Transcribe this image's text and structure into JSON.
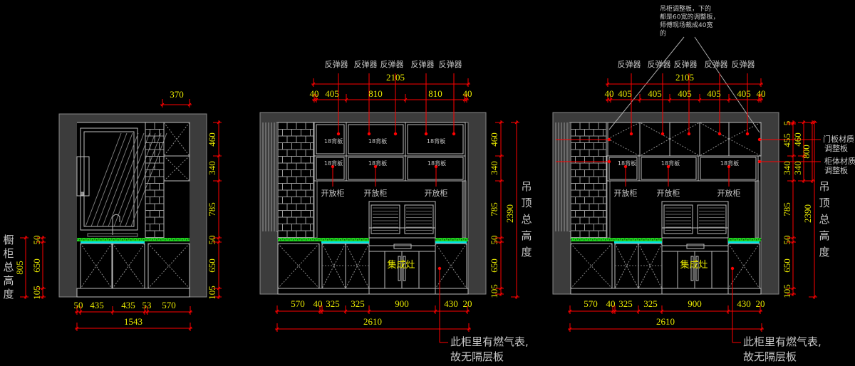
{
  "panel1": {
    "top_dim": "370",
    "right_dims": [
      "460",
      "340",
      "785",
      "50",
      "650",
      "105"
    ],
    "left_dims": [
      "50",
      "650",
      "105"
    ],
    "total_dim": "805",
    "left_label": [
      "橱",
      "柜",
      "总",
      "高",
      "度"
    ],
    "bottom_dims": [
      "50",
      "435",
      "435",
      "53",
      "570"
    ],
    "overall": "1543"
  },
  "panel2": {
    "reflectors": [
      "反弹器",
      "反弹器",
      "反弹器",
      "反弹器",
      "反弹器"
    ],
    "top_total": "2105",
    "top_dims": [
      "40",
      "405",
      "810",
      "810",
      "40"
    ],
    "back_panels": [
      "18背板",
      "18背板",
      "18背板",
      "18背板",
      "18背板",
      "18背板"
    ],
    "open_cabinets": [
      "开放柜",
      "开放柜",
      "开放柜"
    ],
    "stove": "集成灶",
    "right_dims": [
      "460",
      "340",
      "785",
      "50",
      "650",
      "105"
    ],
    "height_total": "2390",
    "height_label": [
      "吊",
      "顶",
      "总",
      "高",
      "度"
    ],
    "bottom_dims": [
      "570",
      "40",
      "325",
      "325",
      "900",
      "430",
      "20"
    ],
    "overall": "2610",
    "note": [
      "此柜里有燃气表,",
      "故无隔层板"
    ]
  },
  "panel3": {
    "top_note": [
      "吊柜调整板，下的",
      "都是60宽的调整板，",
      "师傅现场裁成40宽",
      "的"
    ],
    "reflectors": [
      "反弹器",
      "反弹器",
      "反弹器",
      "反弹器",
      "反弹器"
    ],
    "top_total": "2105",
    "top_dims": [
      "40",
      "405",
      "405",
      "405",
      "405",
      "405",
      "40"
    ],
    "back_panels": [
      "18背板",
      "18背板",
      "18背板"
    ],
    "open_cabinets": [
      "开放柜",
      "开放柜",
      "开放柜"
    ],
    "stove": "集成灶",
    "right_dims_inner": [
      "5",
      "455",
      "340"
    ],
    "right_dims_mid": [
      "460",
      "340"
    ],
    "right_dims_outer": [
      "800"
    ],
    "right_dims_lower": [
      "785",
      "50",
      "650",
      "105"
    ],
    "door_label": [
      "门板材质",
      "调整板"
    ],
    "body_label": [
      "柜体材质",
      "调整板"
    ],
    "height_total": "2390",
    "height_label": [
      "吊",
      "顶",
      "总",
      "高",
      "度"
    ],
    "bottom_dims": [
      "570",
      "40",
      "325",
      "325",
      "900",
      "430",
      "20"
    ],
    "overall": "2610",
    "note": [
      "此柜里有燃气表,",
      "故无隔层板"
    ]
  },
  "colors": {
    "dimension": "#ff0000",
    "text_dim": "#e8e800",
    "wall": "#3c3c3c",
    "counter": "#1fd11f",
    "light": "#00e5e5"
  }
}
